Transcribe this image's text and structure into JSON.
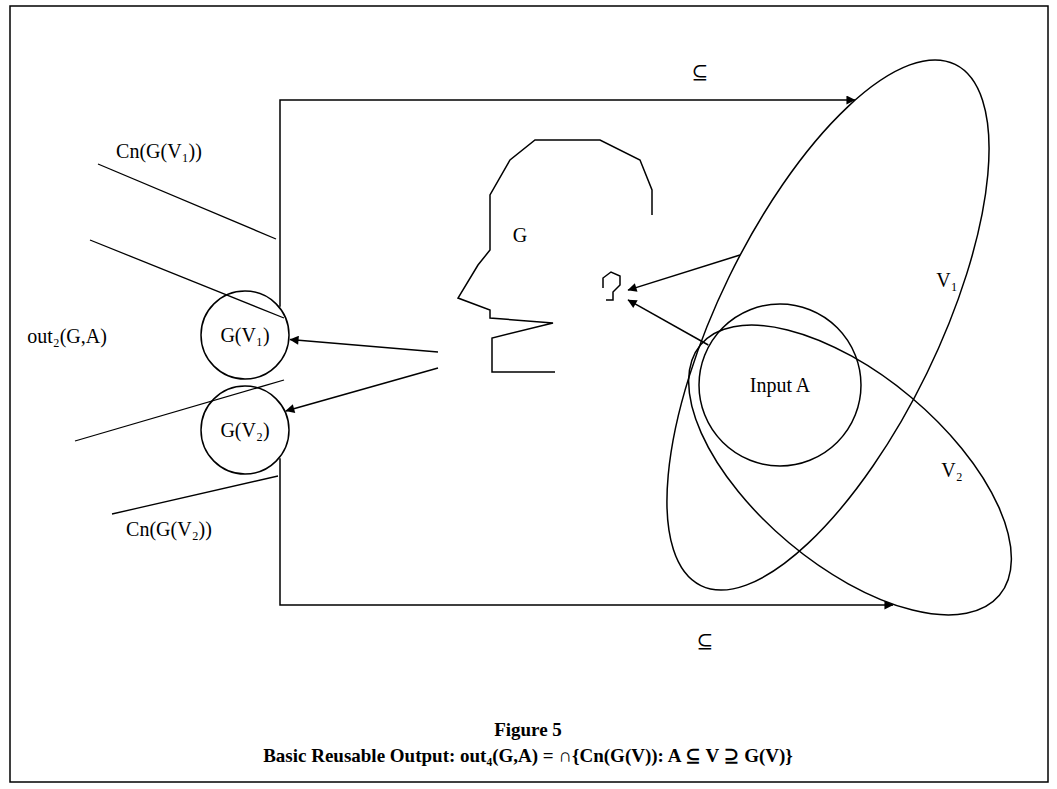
{
  "diagram": {
    "caption": "Figure 5",
    "nodes": [
      {
        "text": [
          "G"
        ]
      },
      {
        "text": [
          "G(V₁)"
        ]
      },
      {
        "text": [
          "G(V₂)"
        ]
      },
      {
        "text": [
          "V₁"
        ]
      },
      {
        "text": [
          "Input A"
        ],
        "in": 3
      },
      {
        "text": [
          "V₂"
        ]
      }
    ],
    "edges": [
      {
        "from": 0,
        "to": 1,
        "arrow": "to"
      },
      {
        "from": 0,
        "to": 2,
        "arrow": "to"
      },
      {
        "from": 3,
        "to": 0,
        "arrow": "to"
      },
      {
        "from": 4,
        "to": 0,
        "arrow": "to"
      },
      {
        "from": 1,
        "to": 3,
        "label": "⊆",
        "arrow": "to"
      },
      {
        "from": 2,
        "to": 5,
        "label": "⊆",
        "arrow": "to"
      }
    ],
    "labels": [
      "Cn(G(V₁))",
      "out₂(G,A)",
      "Cn(G(V₂))",
      "Basic Reusable Output: out₄(G,A) = ∩{Cn(G(V)): A ⊆ V ⊇ G(V)}"
    ]
  }
}
